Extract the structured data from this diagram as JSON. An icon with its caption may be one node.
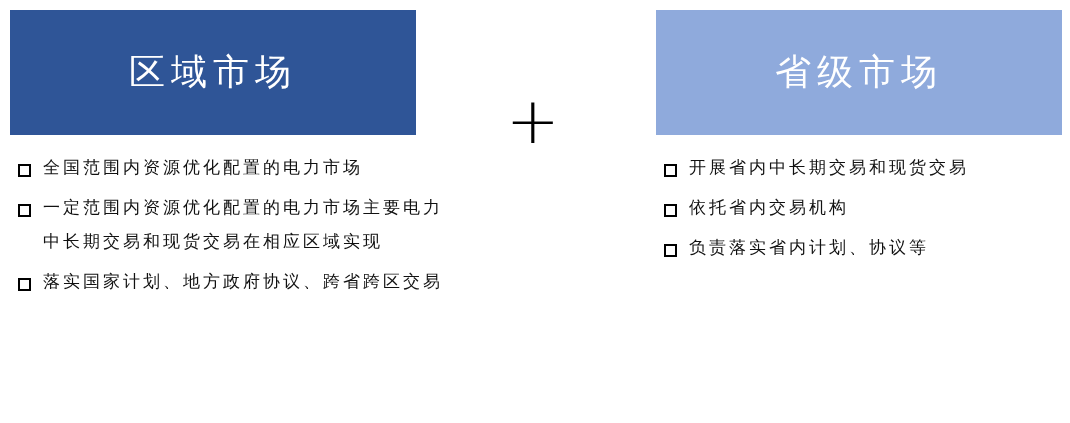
{
  "diagram": {
    "nodes": [
      {
        "text": [
          "区域市场"
        ]
      },
      {
        "text": [
          "省级市场"
        ]
      }
    ],
    "edges": [],
    "labels": [
      "+",
      "全国范围内资源优化配置的电力市场",
      "一定范围内资源优化配置的电力市场主要电力中长期交易和现货交易在相应区域实现",
      "落实国家计划、地方政府协议、跨省跨区交易",
      "开展省内中长期交易和现货交易",
      "依托省内交易机构",
      "负责落实省内计划、协议等"
    ]
  }
}
